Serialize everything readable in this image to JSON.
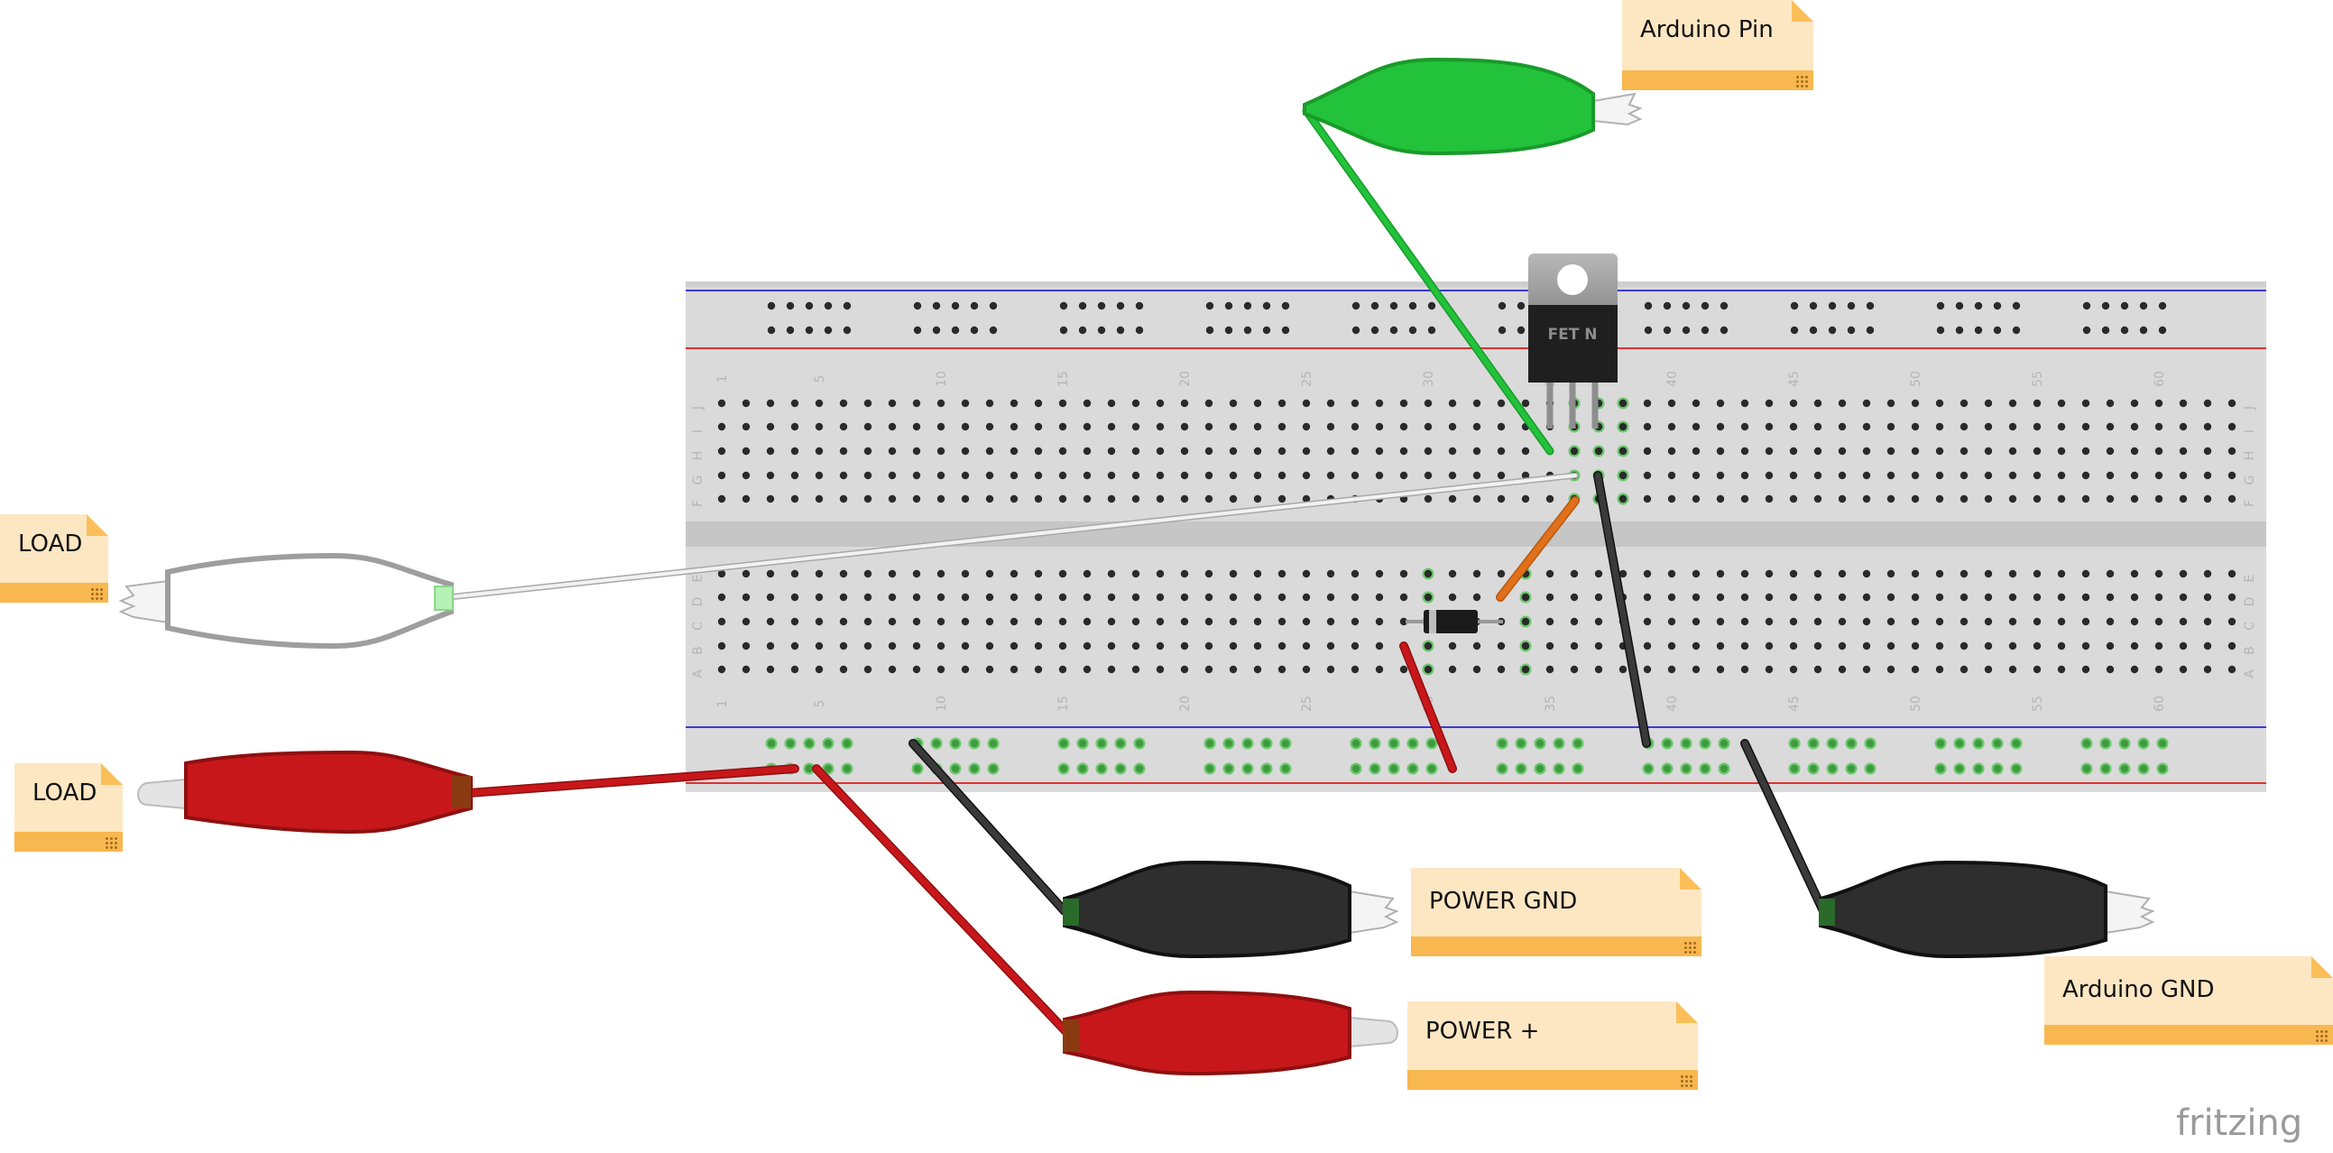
{
  "notes": {
    "arduino_pin": "Arduino Pin",
    "load_top": "LOAD",
    "load_bottom": "LOAD",
    "power_gnd": "POWER GND",
    "power_plus": "POWER +",
    "arduino_gnd": "Arduino GND"
  },
  "transistor": {
    "label": "FET N"
  },
  "breadboard": {
    "column_numbers": [
      "1",
      "5",
      "10",
      "15",
      "20",
      "25",
      "30",
      "35",
      "40",
      "45",
      "50",
      "55",
      "60"
    ],
    "top_row_letters": [
      "J",
      "I",
      "H",
      "G",
      "F"
    ],
    "bottom_row_letters": [
      "E",
      "D",
      "C",
      "B",
      "A"
    ]
  },
  "branding": {
    "logo": "fritzing"
  },
  "colors": {
    "wire_green": "#22c23a",
    "wire_red": "#c8171b",
    "wire_black": "#2b2b2b",
    "wire_orange": "#e0701a",
    "wire_white": "#ededed",
    "note_bg": "#fde7c3",
    "note_bar": "#f8b74f",
    "rail_blue": "#3a3ad8",
    "rail_red": "#e03030"
  }
}
